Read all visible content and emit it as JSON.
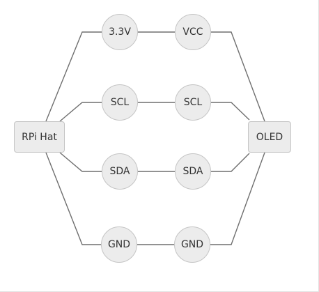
{
  "nodes": {
    "rpi": "RPi Hat",
    "oled": "OLED",
    "left": [
      "3.3V",
      "SCL",
      "SDA",
      "GND"
    ],
    "right": [
      "VCC",
      "SCL",
      "SDA",
      "GND"
    ]
  },
  "colors": {
    "edge": "#6f6f6f",
    "node_fill": "#ececec",
    "node_border": "#c4c4c4",
    "text": "#333333"
  }
}
